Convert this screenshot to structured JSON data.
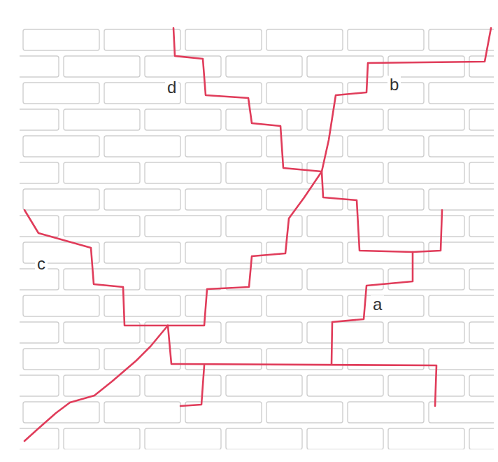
{
  "diagram": {
    "labels": [
      "d",
      "b",
      "c",
      "a"
    ]
  }
}
